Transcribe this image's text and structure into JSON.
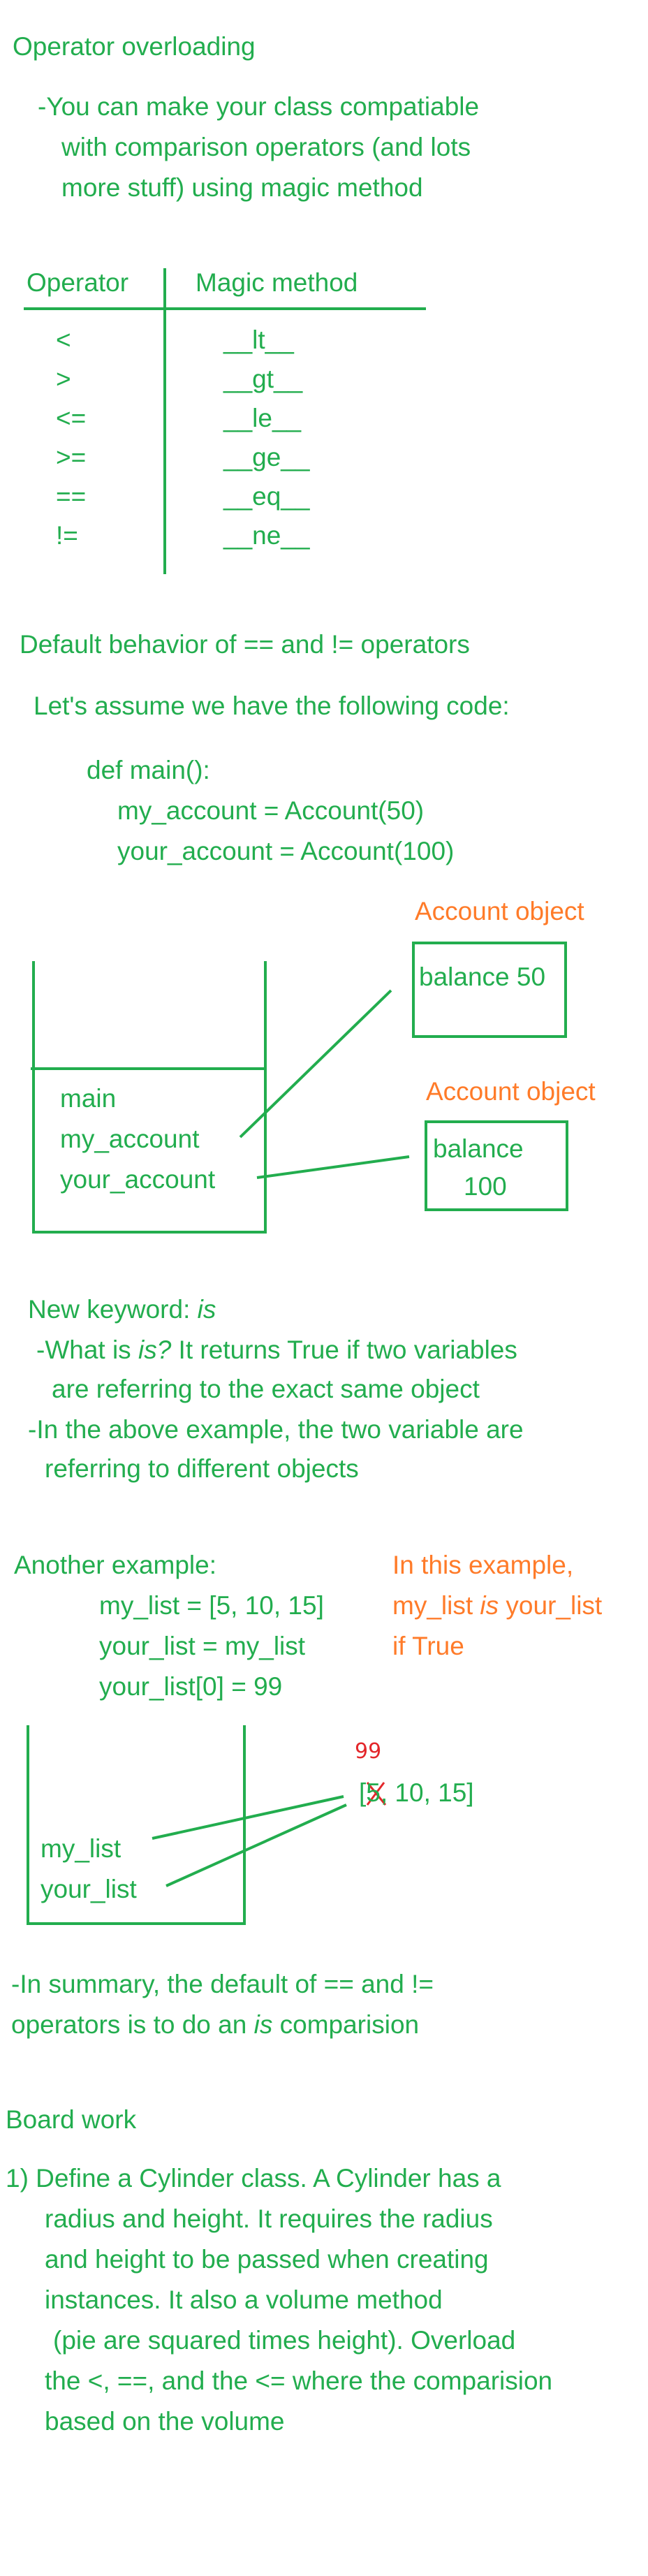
{
  "title": "Operator overloading",
  "intro": [
    "-You can make your class compatiable",
    "with comparison operators (and lots",
    "more stuff) using magic method"
  ],
  "table": {
    "header": {
      "operator": "Operator",
      "magic": "Magic method"
    },
    "rows": [
      {
        "op": "<",
        "magic": "__lt__"
      },
      {
        "op": ">",
        "magic": "__gt__"
      },
      {
        "op": "<=",
        "magic": "__le__"
      },
      {
        "op": ">=",
        "magic": "__ge__"
      },
      {
        "op": "==",
        "magic": "__eq__"
      },
      {
        "op": "!=",
        "magic": "__ne__"
      }
    ]
  },
  "section2": {
    "heading": "Default behavior of ==  and != operators",
    "assume": "Let's assume we have the following code:",
    "code": [
      "def main():",
      "my_account = Account(50)",
      "your_account = Account(100)"
    ]
  },
  "diagram1": {
    "frame_labels": [
      "main",
      "my_account",
      "your_account"
    ],
    "object1": {
      "caption": "Account object",
      "text": "balance 50"
    },
    "object2": {
      "caption": "Account object",
      "line1": "balance",
      "line2": "100"
    }
  },
  "keyword": {
    "heading_prefix": "New keyword: ",
    "heading_kw": "is",
    "line1_prefix": "-What is ",
    "line1_kw": "is?",
    "line1_suffix": " It returns True if two variables",
    "line2": "are referring to the exact same object",
    "line3": "-In the above example, the two variable are",
    "line4": "referring to different objects"
  },
  "example2": {
    "heading": "Another example:",
    "code": [
      "my_list = [5, 10, 15]",
      "your_list = my_list",
      "your_list[0] = 99"
    ],
    "note_line1": "In this example,",
    "note_line2_a": "my_list ",
    "note_line2_kw": "is",
    "note_line2_b": " your_list",
    "note_line3": "if True"
  },
  "diagram2": {
    "frame_labels": [
      "my_list",
      "your_list"
    ],
    "list_bracket": "[",
    "list_struck": "5",
    "list_rest": ", 10, 15]",
    "annotation": "99"
  },
  "summary": {
    "line1": "-In summary, the default of == and !=",
    "line2_a": "operators is to do an ",
    "line2_kw": "is",
    "line2_b": " comparision"
  },
  "board": {
    "heading": "Board work",
    "lines": [
      "1) Define a Cylinder class. A Cylinder has a",
      "radius and height. It requires the radius",
      "and height to be passed when creating",
      "instances.  It also a volume method",
      "(pie are squared times height). Overload",
      "the <, ==, and the <= where the comparision",
      "based on the volume"
    ]
  },
  "colors": {
    "ink_green": "#22ad4e",
    "ink_orange": "#ff7b29",
    "ink_red": "#e3272b"
  }
}
